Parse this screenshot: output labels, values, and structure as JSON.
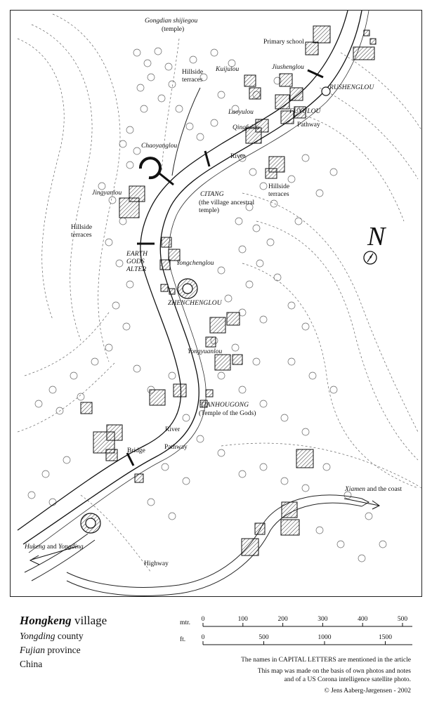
{
  "map": {
    "labels": {
      "gongdian": "Gongdian shijiegou",
      "gongdian_sub": "(temple)",
      "primary_school": "Primary school",
      "kuijulou": "Kuijulou",
      "jiushenglou": "Jiushenglou",
      "rushenglou": "RUSHENGLOU",
      "hillside_nw": "Hillside terraces",
      "laoyulou": "Laoyulou",
      "fuyulou": "FUYULOU",
      "qingfulou": "Qingfulou",
      "pathway_n": "Pathway",
      "chaoyanglou": "Chaoyanglou",
      "river_n": "River",
      "jingyanlou": "Jingyanlou",
      "citang": "CITANG",
      "citang_sub": "(the village ancestral temple)",
      "hillside_e": "Hillside terraces",
      "hillside_w": "Hillside terraces",
      "earth_gods": "EARTH GODS ALTER",
      "yongchenglou": "Yongchenglou",
      "zhenchenglou": "ZHENCHENGLOU",
      "yongyuanlou": "Yongyuanlou",
      "tianhougong": "TIANHOUGONG",
      "tianhougong_sub": "(Temple of  the Gods)",
      "river_s": "River",
      "pathway_s": "Pathway",
      "bridge": "Bridge",
      "xiamen": "Xiamen",
      "xiamen_rest": " and the coast",
      "hukeng": "Hukeng",
      "hukeng_and": " and ",
      "yongding_road": "Yongding",
      "highway": "Highway"
    },
    "north": "N"
  },
  "legend": {
    "title_bold": "Hongkeng",
    "title_rest": " village",
    "county_it": "Yongding",
    "county_rest": " county",
    "province_it": "Fujian",
    "province_rest": " province",
    "country": "China",
    "scale_mtr": {
      "unit": "mtr.",
      "ticks": [
        "0",
        "100",
        "200",
        "300",
        "400",
        "500"
      ]
    },
    "scale_ft": {
      "unit": "ft.",
      "ticks": [
        "0",
        "500",
        "1000",
        "1500"
      ]
    },
    "note1": "The names in CAPITAL LETTERS are mentioned in the article",
    "note2": "This map was made on the basis of own photos and notes",
    "note3": "and of a US Corona intelligence satellite photo.",
    "copyright": "© Jens Aaberg-Jørgensen - 2002"
  }
}
